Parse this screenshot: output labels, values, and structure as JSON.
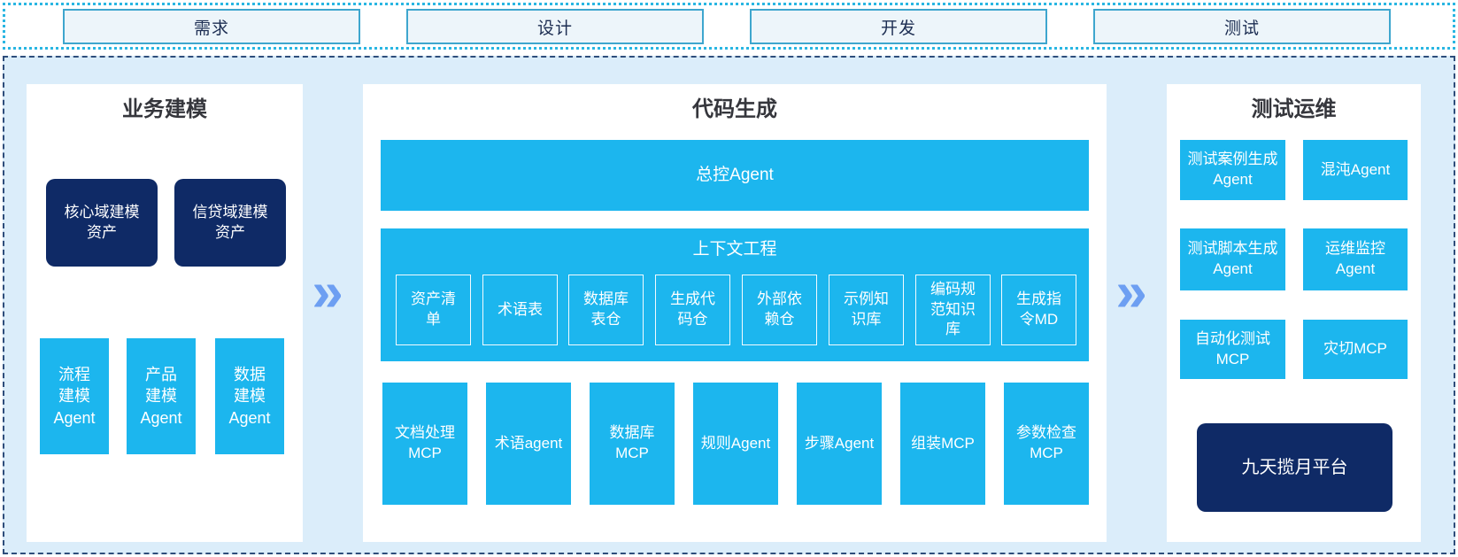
{
  "colors": {
    "accent_cyan": "#1cb6ee",
    "navy": "#0f2a66",
    "container_bg": "#dbedfa",
    "arrow_blue": "#6d9ff2",
    "tab_border": "#3ea6ce",
    "strip_dotted_border": "#29b6e2",
    "container_dashed_border": "#2e4d7b"
  },
  "phases": [
    "需求",
    "设计",
    "开发",
    "测试"
  ],
  "business": {
    "title": "业务建模",
    "assets": [
      "核心域建模资产",
      "信贷域建模资产"
    ],
    "agents": [
      "流程建模Agent",
      "产品建模Agent",
      "数据建模Agent"
    ]
  },
  "codegen": {
    "title": "代码生成",
    "master_agent": "总控Agent",
    "context": {
      "title": "上下文工程",
      "items": [
        "资产清单",
        "术语表",
        "数据库表仓",
        "生成代码仓",
        "外部依赖仓",
        "示例知识库",
        "编码规范知识库",
        "生成指令MD"
      ]
    },
    "tools": [
      "文档处理MCP",
      "术语agent",
      "数据库MCP",
      "规则Agent",
      "步骤Agent",
      "组装MCP",
      "参数检查MCP"
    ]
  },
  "testops": {
    "title": "测试运维",
    "boxes": [
      "测试案例生成Agent",
      "混沌Agent",
      "测试脚本生成Agent",
      "运维监控Agent",
      "自动化测试MCP",
      "灾切MCP"
    ],
    "platform": "九天揽月平台"
  },
  "arrow_glyph": "»"
}
